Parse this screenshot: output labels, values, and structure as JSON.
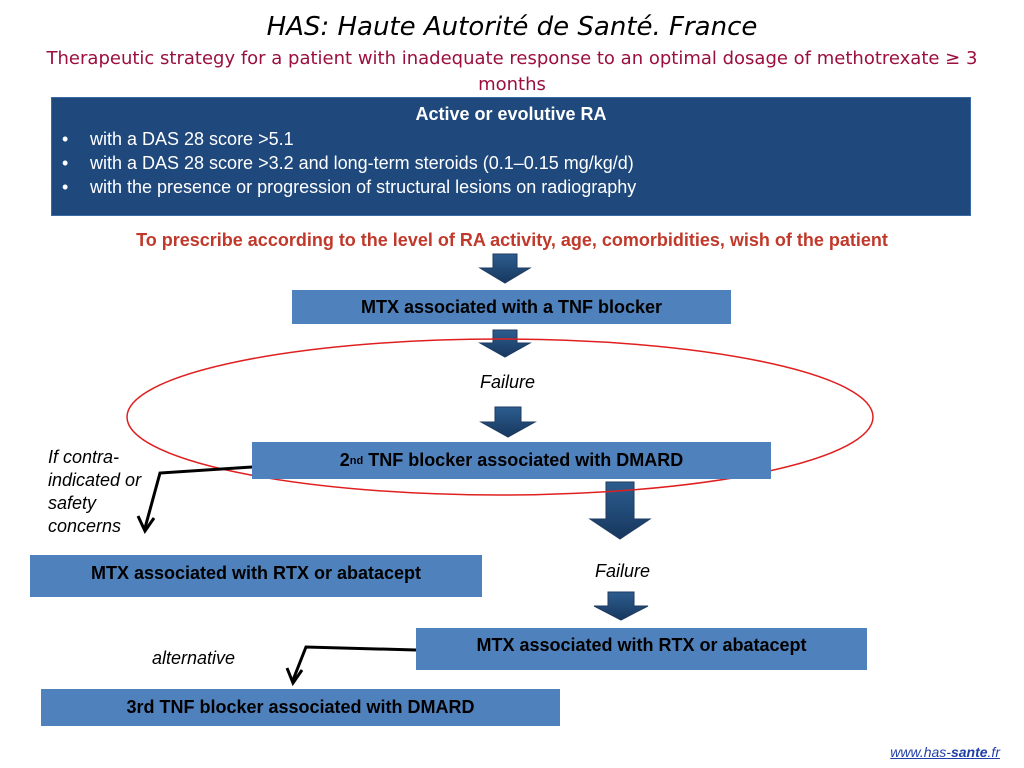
{
  "header": {
    "title": "HAS: Haute Autorité de Santé. France",
    "subtitle": "Therapeutic strategy for a patient with inadequate response to an optimal dosage of  methotrexate ≥ 3 months"
  },
  "criteria_box": {
    "heading": "Active or evolutive RA",
    "bullets": [
      "with a DAS 28 score >5.1",
      "with a DAS 28 score >3.2  and long-term steroids (0.1–0.15 mg/kg/d)",
      "with the presence or progression of structural lesions on radiography"
    ]
  },
  "prescribe_text": "To prescribe according to the level of RA activity, age, comorbidities, wish of the patient",
  "flow": {
    "step1": "MTX associated with a TNF blocker",
    "failure1": "Failure",
    "step2_prefix": "2",
    "step2_sup": "nd",
    "step2_rest": " TNF blocker associated with DMARD",
    "contraindicated": "If contra-indicated or safety concerns",
    "left_box": "MTX associated with RTX or abatacept",
    "failure2": "Failure",
    "step3": "MTX associated with RTX or abatacept",
    "alternative": "alternative",
    "step4": "3rd TNF blocker associated with DMARD"
  },
  "footer": {
    "link_prefix": "www.has-",
    "link_bold": "sante",
    "link_suffix": ".fr"
  },
  "colors": {
    "dark_blue": "#1f497d",
    "box_blue": "#4f81bd",
    "subtitle_red": "#9b0f3f",
    "prescribe_red": "#c0392b",
    "ellipse_red": "#e02020"
  }
}
